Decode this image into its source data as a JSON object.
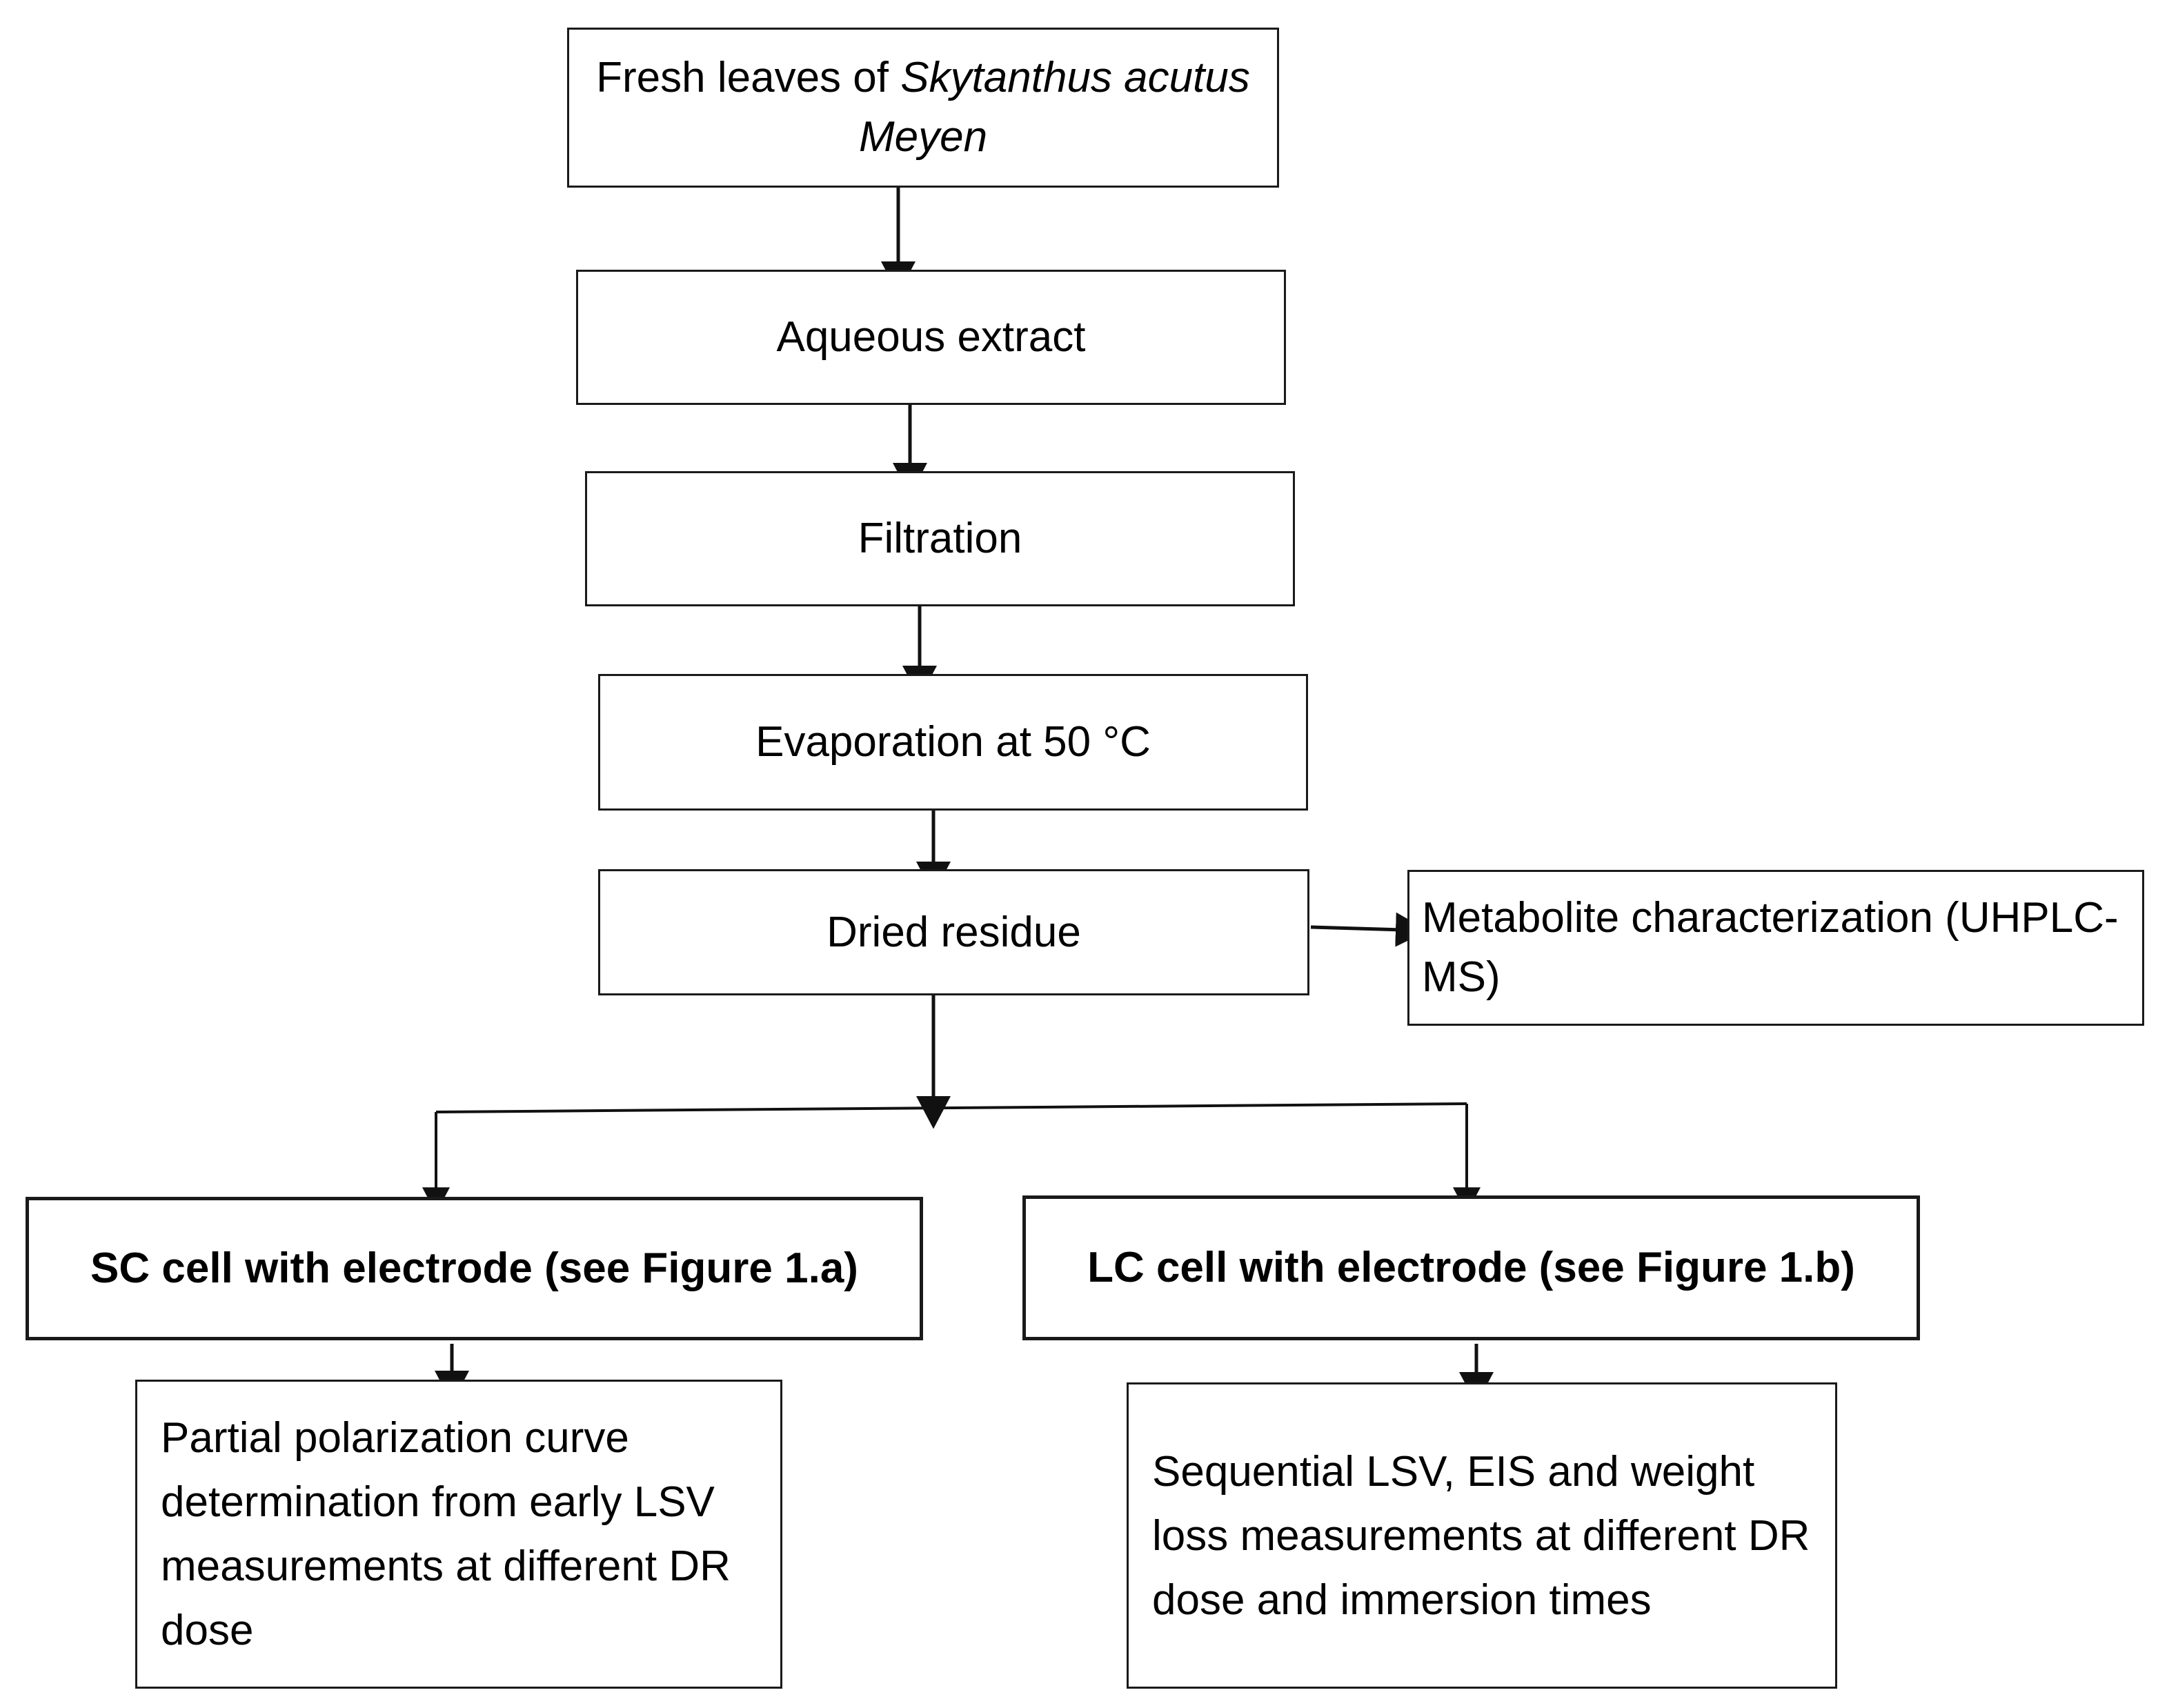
{
  "diagram": {
    "title": "Experimental workflow flowchart",
    "nodes": [
      {
        "id": "fresh-leaves",
        "label_prefix": "Fresh leaves of ",
        "label_italic": "Skytanthus acutus Meyen",
        "label_full": "Fresh leaves of Skytanthus acutus Meyen"
      },
      {
        "id": "aqueous-extract",
        "label": "Aqueous extract"
      },
      {
        "id": "filtration",
        "label": "Filtration"
      },
      {
        "id": "evaporation",
        "label": "Evaporation at 50 °C"
      },
      {
        "id": "dried-residue",
        "label": "Dried residue"
      },
      {
        "id": "metabolite-characterization",
        "label": "Metabolite characterization (UHPLC-MS)"
      },
      {
        "id": "sc-cell",
        "label": "SC cell with electrode (see Figure 1.a)"
      },
      {
        "id": "lc-cell",
        "label": "LC cell with electrode (see Figure 1.b)"
      },
      {
        "id": "sc-measurements",
        "label": "Partial polarization curve determination from early LSV measurements at different DR dose"
      },
      {
        "id": "lc-measurements",
        "label": "Sequential LSV, EIS and weight loss measurements at different DR dose and immersion times"
      }
    ],
    "edges": [
      {
        "from": "fresh-leaves",
        "to": "aqueous-extract",
        "direction": "down"
      },
      {
        "from": "aqueous-extract",
        "to": "filtration",
        "direction": "down"
      },
      {
        "from": "filtration",
        "to": "evaporation",
        "direction": "down"
      },
      {
        "from": "evaporation",
        "to": "dried-residue",
        "direction": "down"
      },
      {
        "from": "dried-residue",
        "to": "metabolite-characterization",
        "direction": "right"
      },
      {
        "from": "dried-residue",
        "to": "sc-cell",
        "direction": "down-split-left"
      },
      {
        "from": "dried-residue",
        "to": "lc-cell",
        "direction": "down-split-right"
      },
      {
        "from": "sc-cell",
        "to": "sc-measurements",
        "direction": "down"
      },
      {
        "from": "lc-cell",
        "to": "lc-measurements",
        "direction": "down"
      }
    ],
    "colors": {
      "stroke": "#1a1a1a",
      "background": "#ffffff",
      "text": "#000000"
    }
  }
}
